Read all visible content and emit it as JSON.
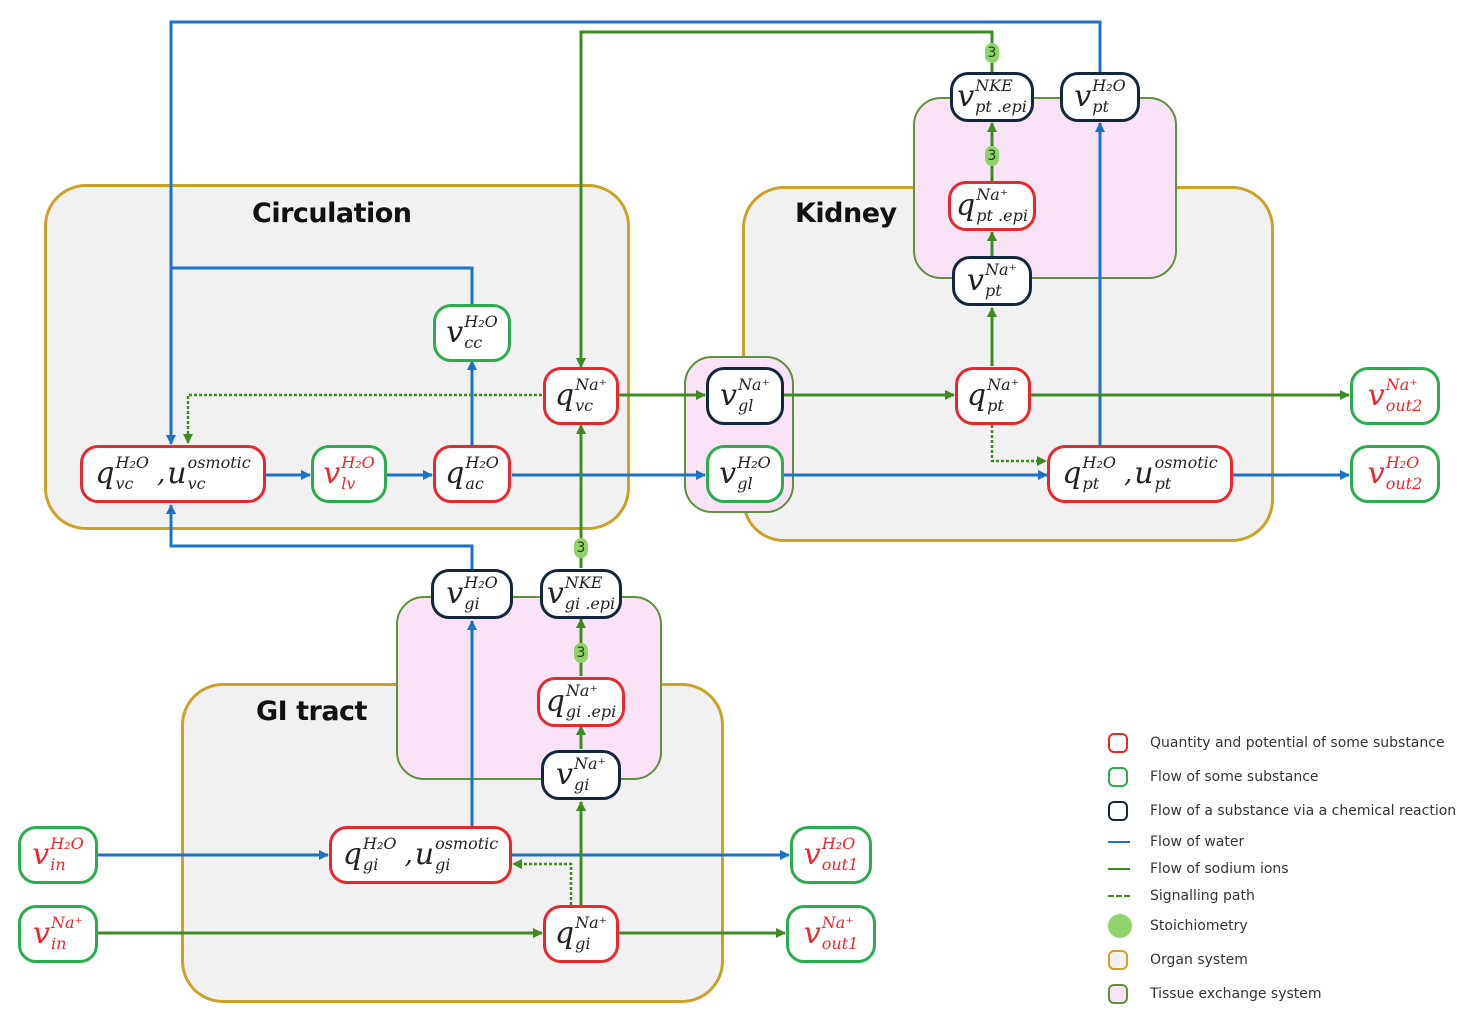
{
  "organs": {
    "circulation": {
      "title": "Circulation"
    },
    "kidney": {
      "title": "Kidney"
    },
    "gi_tract": {
      "title": "GI tract"
    }
  },
  "nodes": {
    "q_vc_h2o": {
      "sym": "q",
      "sup": "H₂O",
      "sub": "vc",
      "sym2": "u",
      "sup2": "osmotic",
      "sub2": "vc",
      "kind": "quantity"
    },
    "v_lv_h2o": {
      "sym": "v",
      "sup": "H₂O",
      "sub": "lv",
      "kind": "flow"
    },
    "q_ac_h2o": {
      "sym": "q",
      "sup": "H₂O",
      "sub": "ac",
      "kind": "quantity"
    },
    "v_cc_h2o": {
      "sym": "v",
      "sup": "H₂O",
      "sub": "cc",
      "kind": "flow"
    },
    "q_vc_na": {
      "sym": "q",
      "sup": "Na⁺",
      "sub": "vc",
      "kind": "quantity"
    },
    "v_gl_na": {
      "sym": "v",
      "sup": "Na⁺",
      "sub": "gl",
      "kind": "reaction"
    },
    "v_gl_h2o": {
      "sym": "v",
      "sup": "H₂O",
      "sub": "gl",
      "kind": "flow"
    },
    "q_pt_na": {
      "sym": "q",
      "sup": "Na⁺",
      "sub": "pt",
      "kind": "quantity"
    },
    "q_pt_h2o": {
      "sym": "q",
      "sup": "H₂O",
      "sub": "pt",
      "sym2": "u",
      "sup2": "osmotic",
      "sub2": "pt",
      "kind": "quantity"
    },
    "v_pt_na": {
      "sym": "v",
      "sup": "Na⁺",
      "sub": "pt",
      "kind": "reaction"
    },
    "q_pt_epi_na": {
      "sym": "q",
      "sup": "Na⁺",
      "sub": "pt .epi",
      "kind": "quantity"
    },
    "v_pt_epi_nke": {
      "sym": "v",
      "sup": "NKE",
      "sub": "pt .epi",
      "kind": "reaction"
    },
    "v_pt_h2o": {
      "sym": "v",
      "sup": "H₂O",
      "sub": "pt",
      "kind": "reaction"
    },
    "v_out2_na": {
      "sym": "v",
      "sup": "Na⁺",
      "sub": "out2",
      "kind": "flow"
    },
    "v_out2_h2o": {
      "sym": "v",
      "sup": "H₂O",
      "sub": "out2",
      "kind": "flow"
    },
    "v_gi_h2o": {
      "sym": "v",
      "sup": "H₂O",
      "sub": "gi",
      "kind": "reaction"
    },
    "v_gi_epi_nke": {
      "sym": "v",
      "sup": "NKE",
      "sub": "gi .epi",
      "kind": "reaction"
    },
    "q_gi_epi_na": {
      "sym": "q",
      "sup": "Na⁺",
      "sub": "gi .epi",
      "kind": "quantity"
    },
    "v_gi_na": {
      "sym": "v",
      "sup": "Na⁺",
      "sub": "gi",
      "kind": "reaction"
    },
    "q_gi_h2o": {
      "sym": "q",
      "sup": "H₂O",
      "sub": "gi",
      "sym2": "u",
      "sup2": "osmotic",
      "sub2": "gi",
      "kind": "quantity"
    },
    "q_gi_na": {
      "sym": "q",
      "sup": "Na⁺",
      "sub": "gi",
      "kind": "quantity"
    },
    "v_in_h2o": {
      "sym": "v",
      "sup": "H₂O",
      "sub": "in",
      "kind": "flow"
    },
    "v_in_na": {
      "sym": "v",
      "sup": "Na⁺",
      "sub": "in",
      "kind": "flow"
    },
    "v_out1_h2o": {
      "sym": "v",
      "sup": "H₂O",
      "sub": "out1",
      "kind": "flow"
    },
    "v_out1_na": {
      "sym": "v",
      "sup": "Na⁺",
      "sub": "out1",
      "kind": "flow"
    }
  },
  "stoichiometry": {
    "kidney_top": "3",
    "kidney_mid": "3",
    "gi_top": "3",
    "gi_mid": "3"
  },
  "edges": [
    {
      "from": "q_vc_h2o",
      "to": "v_lv_h2o",
      "type": "water"
    },
    {
      "from": "v_lv_h2o",
      "to": "q_ac_h2o",
      "type": "water"
    },
    {
      "from": "q_ac_h2o",
      "to": "v_cc_h2o",
      "type": "water"
    },
    {
      "from": "v_cc_h2o",
      "to": "q_vc_h2o",
      "type": "water"
    },
    {
      "from": "q_ac_h2o",
      "to": "v_gl_h2o",
      "type": "water"
    },
    {
      "from": "v_gl_h2o",
      "to": "q_pt_h2o",
      "type": "water"
    },
    {
      "from": "q_pt_h2o",
      "to": "v_out2_h2o",
      "type": "water"
    },
    {
      "from": "q_pt_h2o",
      "to": "v_pt_h2o",
      "type": "water"
    },
    {
      "from": "v_pt_h2o",
      "to": "q_vc_h2o",
      "type": "water"
    },
    {
      "from": "q_vc_na",
      "to": "v_gl_na",
      "type": "sodium"
    },
    {
      "from": "v_gl_na",
      "to": "q_pt_na",
      "type": "sodium"
    },
    {
      "from": "q_pt_na",
      "to": "v_out2_na",
      "type": "sodium"
    },
    {
      "from": "q_pt_na",
      "to": "v_pt_na",
      "type": "sodium"
    },
    {
      "from": "v_pt_na",
      "to": "q_pt_epi_na",
      "type": "sodium"
    },
    {
      "from": "q_pt_epi_na",
      "to": "v_pt_epi_nke",
      "type": "sodium",
      "stoich": "3"
    },
    {
      "from": "v_pt_epi_nke",
      "to": "q_vc_na",
      "type": "sodium",
      "stoich": "3"
    },
    {
      "from": "q_vc_na",
      "to": "q_vc_h2o",
      "type": "signal"
    },
    {
      "from": "q_pt_na",
      "to": "q_pt_h2o",
      "type": "signal"
    },
    {
      "from": "v_in_h2o",
      "to": "q_gi_h2o",
      "type": "water"
    },
    {
      "from": "q_gi_h2o",
      "to": "v_out1_h2o",
      "type": "water"
    },
    {
      "from": "q_gi_h2o",
      "to": "v_gi_h2o",
      "type": "water"
    },
    {
      "from": "v_gi_h2o",
      "to": "q_vc_h2o",
      "type": "water"
    },
    {
      "from": "v_in_na",
      "to": "q_gi_na",
      "type": "sodium"
    },
    {
      "from": "q_gi_na",
      "to": "v_out1_na",
      "type": "sodium"
    },
    {
      "from": "q_gi_na",
      "to": "v_gi_na",
      "type": "sodium"
    },
    {
      "from": "v_gi_na",
      "to": "q_gi_epi_na",
      "type": "sodium"
    },
    {
      "from": "q_gi_epi_na",
      "to": "v_gi_epi_nke",
      "type": "sodium",
      "stoich": "3"
    },
    {
      "from": "v_gi_epi_nke",
      "to": "q_vc_na",
      "type": "sodium",
      "stoich": "3"
    },
    {
      "from": "q_gi_na",
      "to": "q_gi_h2o",
      "type": "signal"
    }
  ],
  "colors": {
    "water": "#1a73c8",
    "sodium": "#3f8a22",
    "signal": "#3f8a22",
    "quantity_border": "#e8282c",
    "flow_border": "#2aac4f",
    "reaction_border": "#13263a",
    "organ_border": "#c9a227",
    "organ_fill": "#f1f1f1",
    "tissue_border": "#5f8f3f",
    "tissue_fill": "#f7e3f5",
    "stoich_fill": "#8fd36a"
  },
  "legend": {
    "items": [
      {
        "label": "Quantity and potential of some substance",
        "kind": "quantity-box"
      },
      {
        "label": "Flow of some substance",
        "kind": "flow-box"
      },
      {
        "label": "Flow of a substance via a chemical reaction",
        "kind": "reaction-box"
      },
      {
        "label": "Flow of water",
        "kind": "water-line"
      },
      {
        "label": "Flow of sodium ions",
        "kind": "sodium-line"
      },
      {
        "label": "Signalling path",
        "kind": "signal-dash"
      },
      {
        "label": "Stoichiometry",
        "kind": "stoich-dot"
      },
      {
        "label": "Organ system",
        "kind": "organ-box"
      },
      {
        "label": "Tissue exchange system",
        "kind": "tissue-box"
      }
    ]
  }
}
